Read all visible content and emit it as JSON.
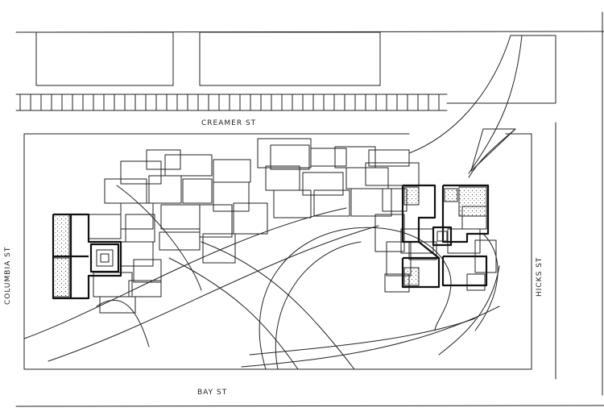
{
  "streets": {
    "north": "CREAMER  ST",
    "south": "BAY  ST",
    "west": "COLUMBIA  ST",
    "east": "HICKS  ST"
  },
  "colors": {
    "ink": "#222222",
    "paper": "#ffffff"
  }
}
